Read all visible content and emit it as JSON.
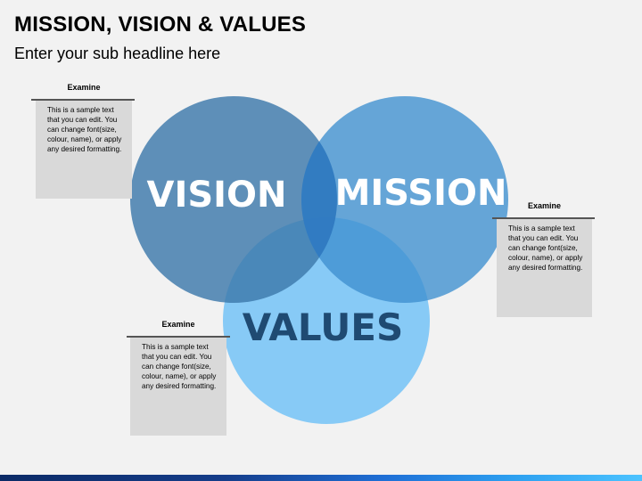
{
  "slide": {
    "title": "MISSION, VISION & VALUES",
    "subtitle": "Enter your sub headline here"
  },
  "venn": {
    "circles": [
      {
        "id": "vision",
        "label": "VISION",
        "color": "#3d79ab"
      },
      {
        "id": "mission",
        "label": "MISSION",
        "color": "#3d8fd0"
      },
      {
        "id": "values",
        "label": "VALUES",
        "color": "#4db3f7"
      }
    ],
    "overlap_color": "#2b74be",
    "label_color_light": "#ffffff",
    "label_color_dark": "#1f4a72"
  },
  "notes": [
    {
      "heading": "Examine",
      "text": "This is a sample text that you can edit. You can change font(size, colour, name), or apply any desired formatting."
    },
    {
      "heading": "Examine",
      "text": "This is a sample text that you can edit. You can change font(size, colour, name), or apply any desired formatting."
    },
    {
      "heading": "Examine",
      "text": "This is a sample text that you can edit. You can change font(size, colour, name), or apply any desired formatting."
    }
  ],
  "colors": {
    "background": "#f2f2f2",
    "note_fill": "#d9d9d9",
    "note_rule": "#555555"
  }
}
